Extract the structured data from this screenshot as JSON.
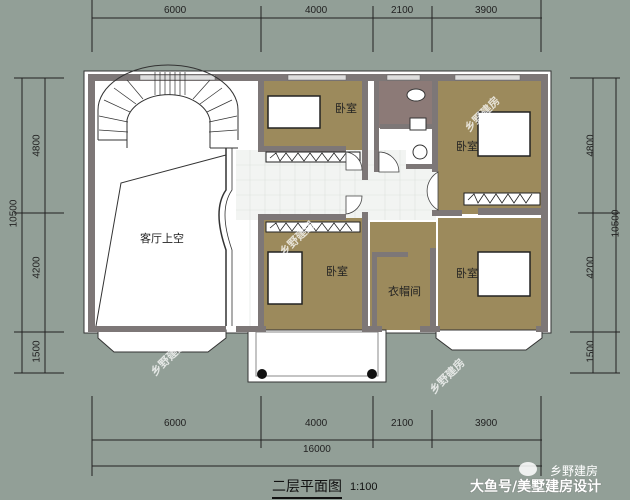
{
  "drawing": {
    "title": "二层平面图",
    "scale": "1:100",
    "background": "#929f97",
    "colors": {
      "bedroom_floor": "#9c8a5c",
      "bathroom_floor": "#8c7a77",
      "wall": "#7d7777",
      "hall_floor": "#f4f6f4",
      "outline": "#ffffff"
    }
  },
  "dimensions": {
    "top": [
      "6000",
      "4000",
      "2100",
      "3900"
    ],
    "bottom": [
      "6000",
      "4000",
      "2100",
      "3900"
    ],
    "bottom_total": "16000",
    "left": [
      "4800",
      "4200",
      "1500"
    ],
    "left_total": "10500",
    "right": [
      "4800",
      "4200",
      "1500"
    ],
    "right_total": "10500"
  },
  "rooms": {
    "living_void": "客厅上空",
    "bedroom_top_middle": "卧室",
    "bedroom_top_right": "卧室",
    "bedroom_bottom_middle": "卧室",
    "bedroom_bottom_right": "卧室",
    "cloakroom": "衣帽间"
  },
  "watermarks": {
    "text": "乡野建房",
    "credit_line1": "乡野建房",
    "credit_line2": "大鱼号/美墅建房设计"
  }
}
